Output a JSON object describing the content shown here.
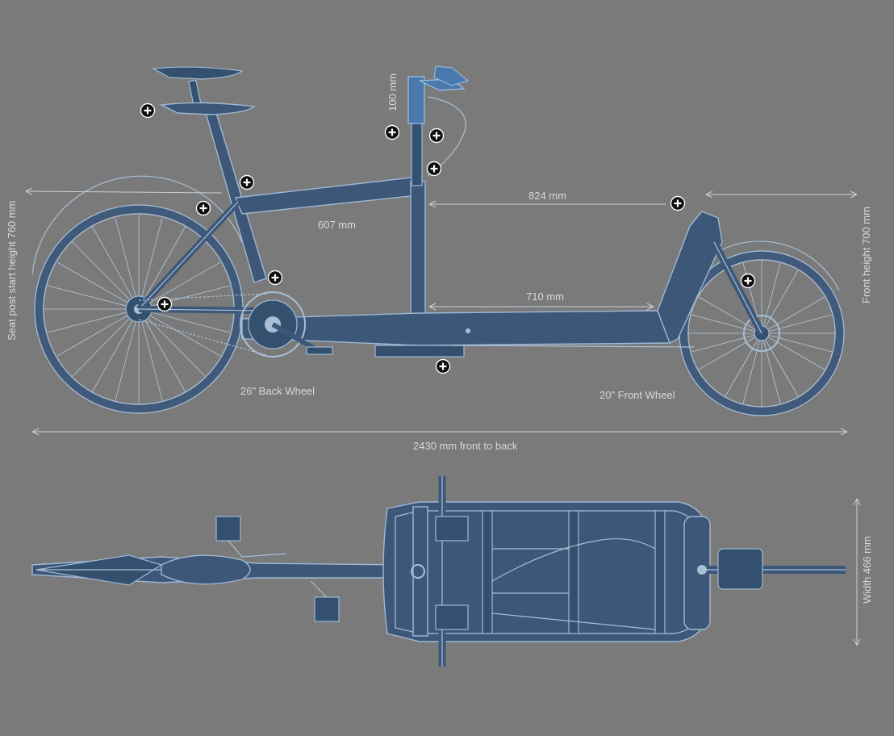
{
  "labels": {
    "stem": "100 mm",
    "top_dim": "824 mm",
    "top_tube": "607 mm",
    "cargo_len": "710 mm",
    "back_wheel": "26\" Back Wheel",
    "front_wheel": "20\" Front Wheel",
    "overall_len": "2430 mm front to back",
    "seat_height": "Seat post start height 760 mm",
    "front_height": "Front height 700 mm",
    "width": "Width  466 mm"
  },
  "hotspots": [
    {
      "name": "hotspot-saddle"
    },
    {
      "name": "hotspot-seatpost-clamp"
    },
    {
      "name": "hotspot-seat-tube"
    },
    {
      "name": "hotspot-stem-left"
    },
    {
      "name": "hotspot-stem-right"
    },
    {
      "name": "hotspot-handlebar"
    },
    {
      "name": "hotspot-cargo-front"
    },
    {
      "name": "hotspot-downtube"
    },
    {
      "name": "hotspot-front-hub"
    },
    {
      "name": "hotspot-rear-hub"
    },
    {
      "name": "hotspot-kickstand"
    }
  ],
  "colors": {
    "background": "#7a7a7a",
    "frame": "#3d5778",
    "outline": "#9fb8d4",
    "hotspot": "#0d0d0d"
  }
}
